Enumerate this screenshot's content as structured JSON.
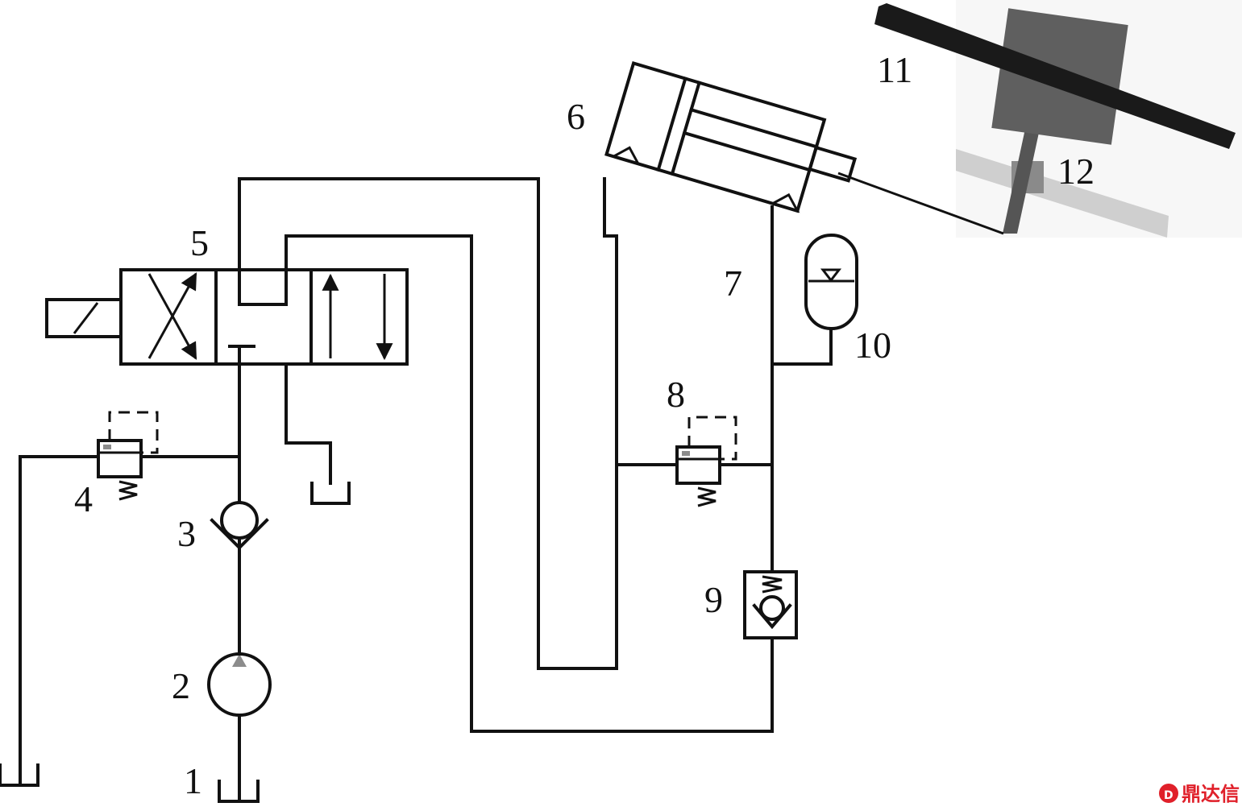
{
  "labels": {
    "tank_1": "1",
    "pump_2": "2",
    "check_valve_3": "3",
    "relief_valve_4": "4",
    "directional_valve_5": "5",
    "cylinder_6": "6",
    "line_7": "7",
    "relief_valve_8": "8",
    "check_valve_9": "9",
    "accumulator_10": "10",
    "part_11": "11",
    "part_12": "12"
  },
  "watermark": {
    "text": "鼎达信",
    "color": "#e0202a"
  },
  "colors": {
    "line": "#111111",
    "photo_bar": "#1a1a1a",
    "photo_block": "#5a5a5a",
    "photo_rail": "#c8c8c8"
  }
}
